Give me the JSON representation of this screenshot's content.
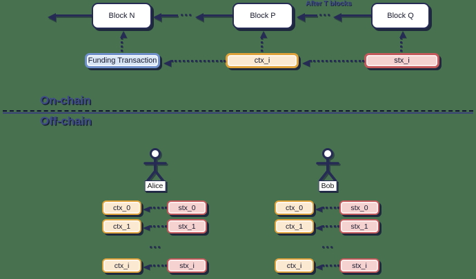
{
  "colors": {
    "background": "#47714F",
    "ink": "#262B55",
    "block_fill": "#FFFFFF",
    "funding_border": "#7090CB",
    "funding_fill": "#D8E5F7",
    "ctx_border": "#E0A33C",
    "ctx_fill": "#FBE9D2",
    "stx_border": "#C4595C",
    "stx_fill": "#F5D1D0",
    "zone_label_text": "#3F4A8A"
  },
  "onchain": {
    "blocks": [
      {
        "label": "Block N"
      },
      {
        "label": "Block P"
      },
      {
        "label": "Block Q"
      }
    ],
    "after_label": "After T blocks",
    "ellipsis": "...",
    "funding": {
      "label": "Funding Transaction"
    },
    "ctx": {
      "label": "ctx_i"
    },
    "stx": {
      "label": "stx_i"
    }
  },
  "divider": {
    "on_chain": "On-chain",
    "off_chain": "Off-chain"
  },
  "offchain": {
    "ellipsis": "...",
    "actors": [
      {
        "name": "Alice",
        "rows": [
          {
            "ctx": "ctx_0",
            "stx": "stx_0"
          },
          {
            "ctx": "ctx_1",
            "stx": "stx_1"
          },
          {
            "ctx": "ctx_i",
            "stx": "stx_i"
          }
        ]
      },
      {
        "name": "Bob",
        "rows": [
          {
            "ctx": "ctx_0",
            "stx": "stx_0"
          },
          {
            "ctx": "ctx_1",
            "stx": "stx_1"
          },
          {
            "ctx": "ctx_i",
            "stx": "stx_i"
          }
        ]
      }
    ]
  }
}
